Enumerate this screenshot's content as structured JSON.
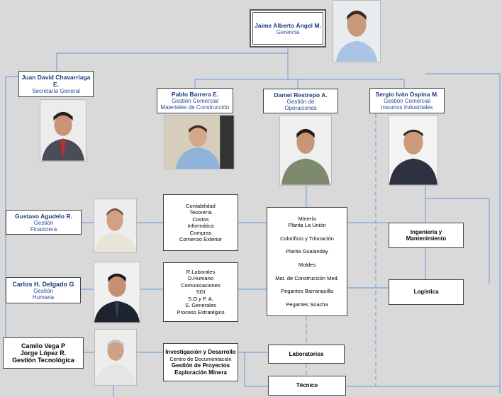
{
  "ceo": {
    "name": "Jaime Alberto Ángel M.",
    "role": "Gerencia"
  },
  "secretary": {
    "name": "Juan David Chavarriaga E.",
    "role": "Secretaría General"
  },
  "commercial_construction": {
    "name": "Pablo Barrera E.",
    "role_line1": "Gestión Comercial",
    "role_line2": "Materiales de Construcción"
  },
  "operations": {
    "name": "Daniel Restrepo A.",
    "role_line1": "Gestión de",
    "role_line2": "Operaciones"
  },
  "commercial_industrial": {
    "name": "Sergio Iván Ospina M.",
    "role_line1": "Gestión Comercial",
    "role_line2": "Insumos Industriales"
  },
  "finance": {
    "name": "Gustavo Agudelo R.",
    "role_line1": "Gestión",
    "role_line2": "Financiera"
  },
  "human": {
    "name": "Carlos H. Delgado G",
    "role_line1": "Gestión",
    "role_line2": "Humana"
  },
  "technology": {
    "name_line1": "Camilo Vega P",
    "name_line2": "Jorge López R.",
    "role": "Gestión Tecnológica"
  },
  "finance_units": [
    "Contabilidad",
    "Tesorería",
    "Costos",
    "Informática",
    "Compras",
    "Comercio Exterior"
  ],
  "human_units": [
    "R.Laborales",
    "D.Humano",
    "Comunicaciones",
    "SGI",
    "S.O y P. A.",
    "S. Generales",
    "Proceso Estratégico"
  ],
  "tech_units": {
    "line1": "Investigación y Desarrollo",
    "line2": "Centro de Documentación",
    "line3": "Gestión de Proyectos",
    "line4": "Exploración Minera"
  },
  "operations_units": [
    "Minería",
    "Planta La Unión",
    "Colorificio y  Trituración",
    "Planta Gualanday",
    "Moldes",
    "Mat. de Construcción Med.",
    "Pegantes Barranquilla",
    "Pegantes Soacha"
  ],
  "engineering": {
    "line1": "Ingeniería y",
    "line2": "Mantenimiento"
  },
  "logistics": "Logística",
  "laboratories": "Laboratorios",
  "technical": "Técnico",
  "colors": {
    "line": "#6f9bd8",
    "box_border": "#444444",
    "text_blue": "#1f3b7a",
    "background": "#d9d9d9"
  }
}
